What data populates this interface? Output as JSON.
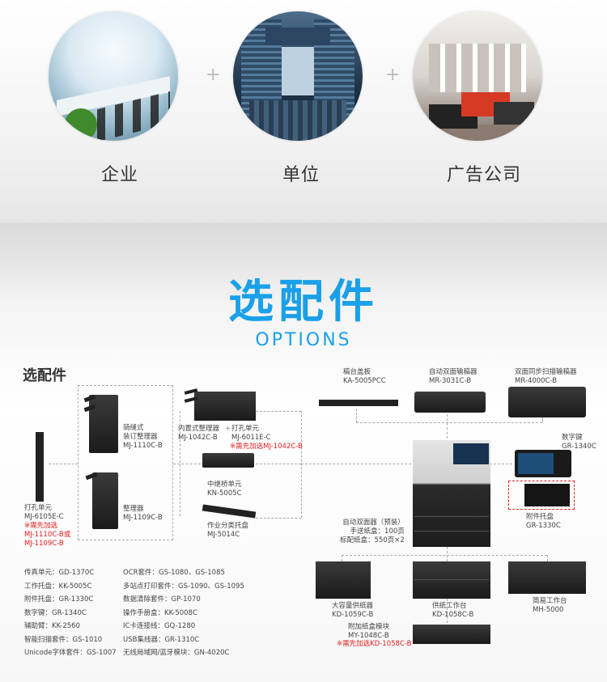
{
  "top": {
    "captions": [
      "企业",
      "单位",
      "广告公司"
    ],
    "plus": "+"
  },
  "title": "选配件",
  "subtitle": "OPTIONS",
  "section_title": "选配件",
  "parts": {
    "punch_left": {
      "name": "打孔单元",
      "model": "MJ-6105E-C",
      "note1": "※需先加选",
      "note2": "MJ-1110C-B或",
      "note3": "MJ-1109C-B"
    },
    "saddle": {
      "name1": "骑缝式",
      "name2": "装订整理器",
      "model": "MJ-1110C-B"
    },
    "finisher": {
      "name": "整理器",
      "model": "MJ-1109C-B"
    },
    "inner": {
      "name": "内置式整理器",
      "model": "MJ-1042C-B"
    },
    "punch_right": {
      "name": "打孔单元",
      "model": "MJ-6011E-C",
      "note": "※需先加选MJ-1042C-B"
    },
    "bridge": {
      "name": "中继桥单元",
      "model": "KN-5005C"
    },
    "job_tray": {
      "name": "作业分类托盘",
      "model": "MJ-5014C"
    },
    "cover": {
      "name": "稿台盖板",
      "model": "KA-5005PCC"
    },
    "rdf": {
      "name": "自动双面输稿器",
      "model": "MR-3031C-B"
    },
    "dsdf": {
      "name": "双面同步扫描输稿器",
      "model": "MR-4000C-B"
    },
    "keypad": {
      "name": "数字键",
      "model": "GR-1340C"
    },
    "tray_attach": {
      "name": "附件托盘",
      "model": "GR-1330C"
    },
    "auto_feeder": {
      "name": "自动双面器（预装）",
      "line2": "手送纸盒：100页",
      "line3": "标配纸盒：550页×2"
    },
    "lcf": {
      "name": "大容量供纸器",
      "model": "KD-1059C-B"
    },
    "pfu": {
      "name": "供纸工作台",
      "model": "KD-1058C-B"
    },
    "stand": {
      "name": "简易工作台",
      "model": "MH-5000"
    },
    "extra_tray": {
      "name": "附加纸盒模块",
      "model": "MY-1048C-B",
      "note": "※需先加选KD-1058C-B"
    }
  },
  "list_left": [
    "传真单元：GD-1370C",
    "工作托盘：KK-5005C",
    "附件托盘：GR-1330C",
    "数字键：GR-1340C",
    "辅助臂：KK-2560",
    "智能扫描套件：GS-1010",
    "Unicode字体套件：GS-1007"
  ],
  "list_right": [
    "OCR套件：GS-1080、GS-1085",
    "多站点打印套件：GS-1090、GS-1095",
    "数据清除套件：GP-1070",
    "操作手册盒：KK-5008C",
    "IC卡连接线：GQ-1280",
    "USB集线器：GR-1310C",
    "无线局域网/蓝牙模块：GN-4020C"
  ],
  "colors": {
    "accent": "#1aa0e8",
    "note": "#e02020"
  }
}
